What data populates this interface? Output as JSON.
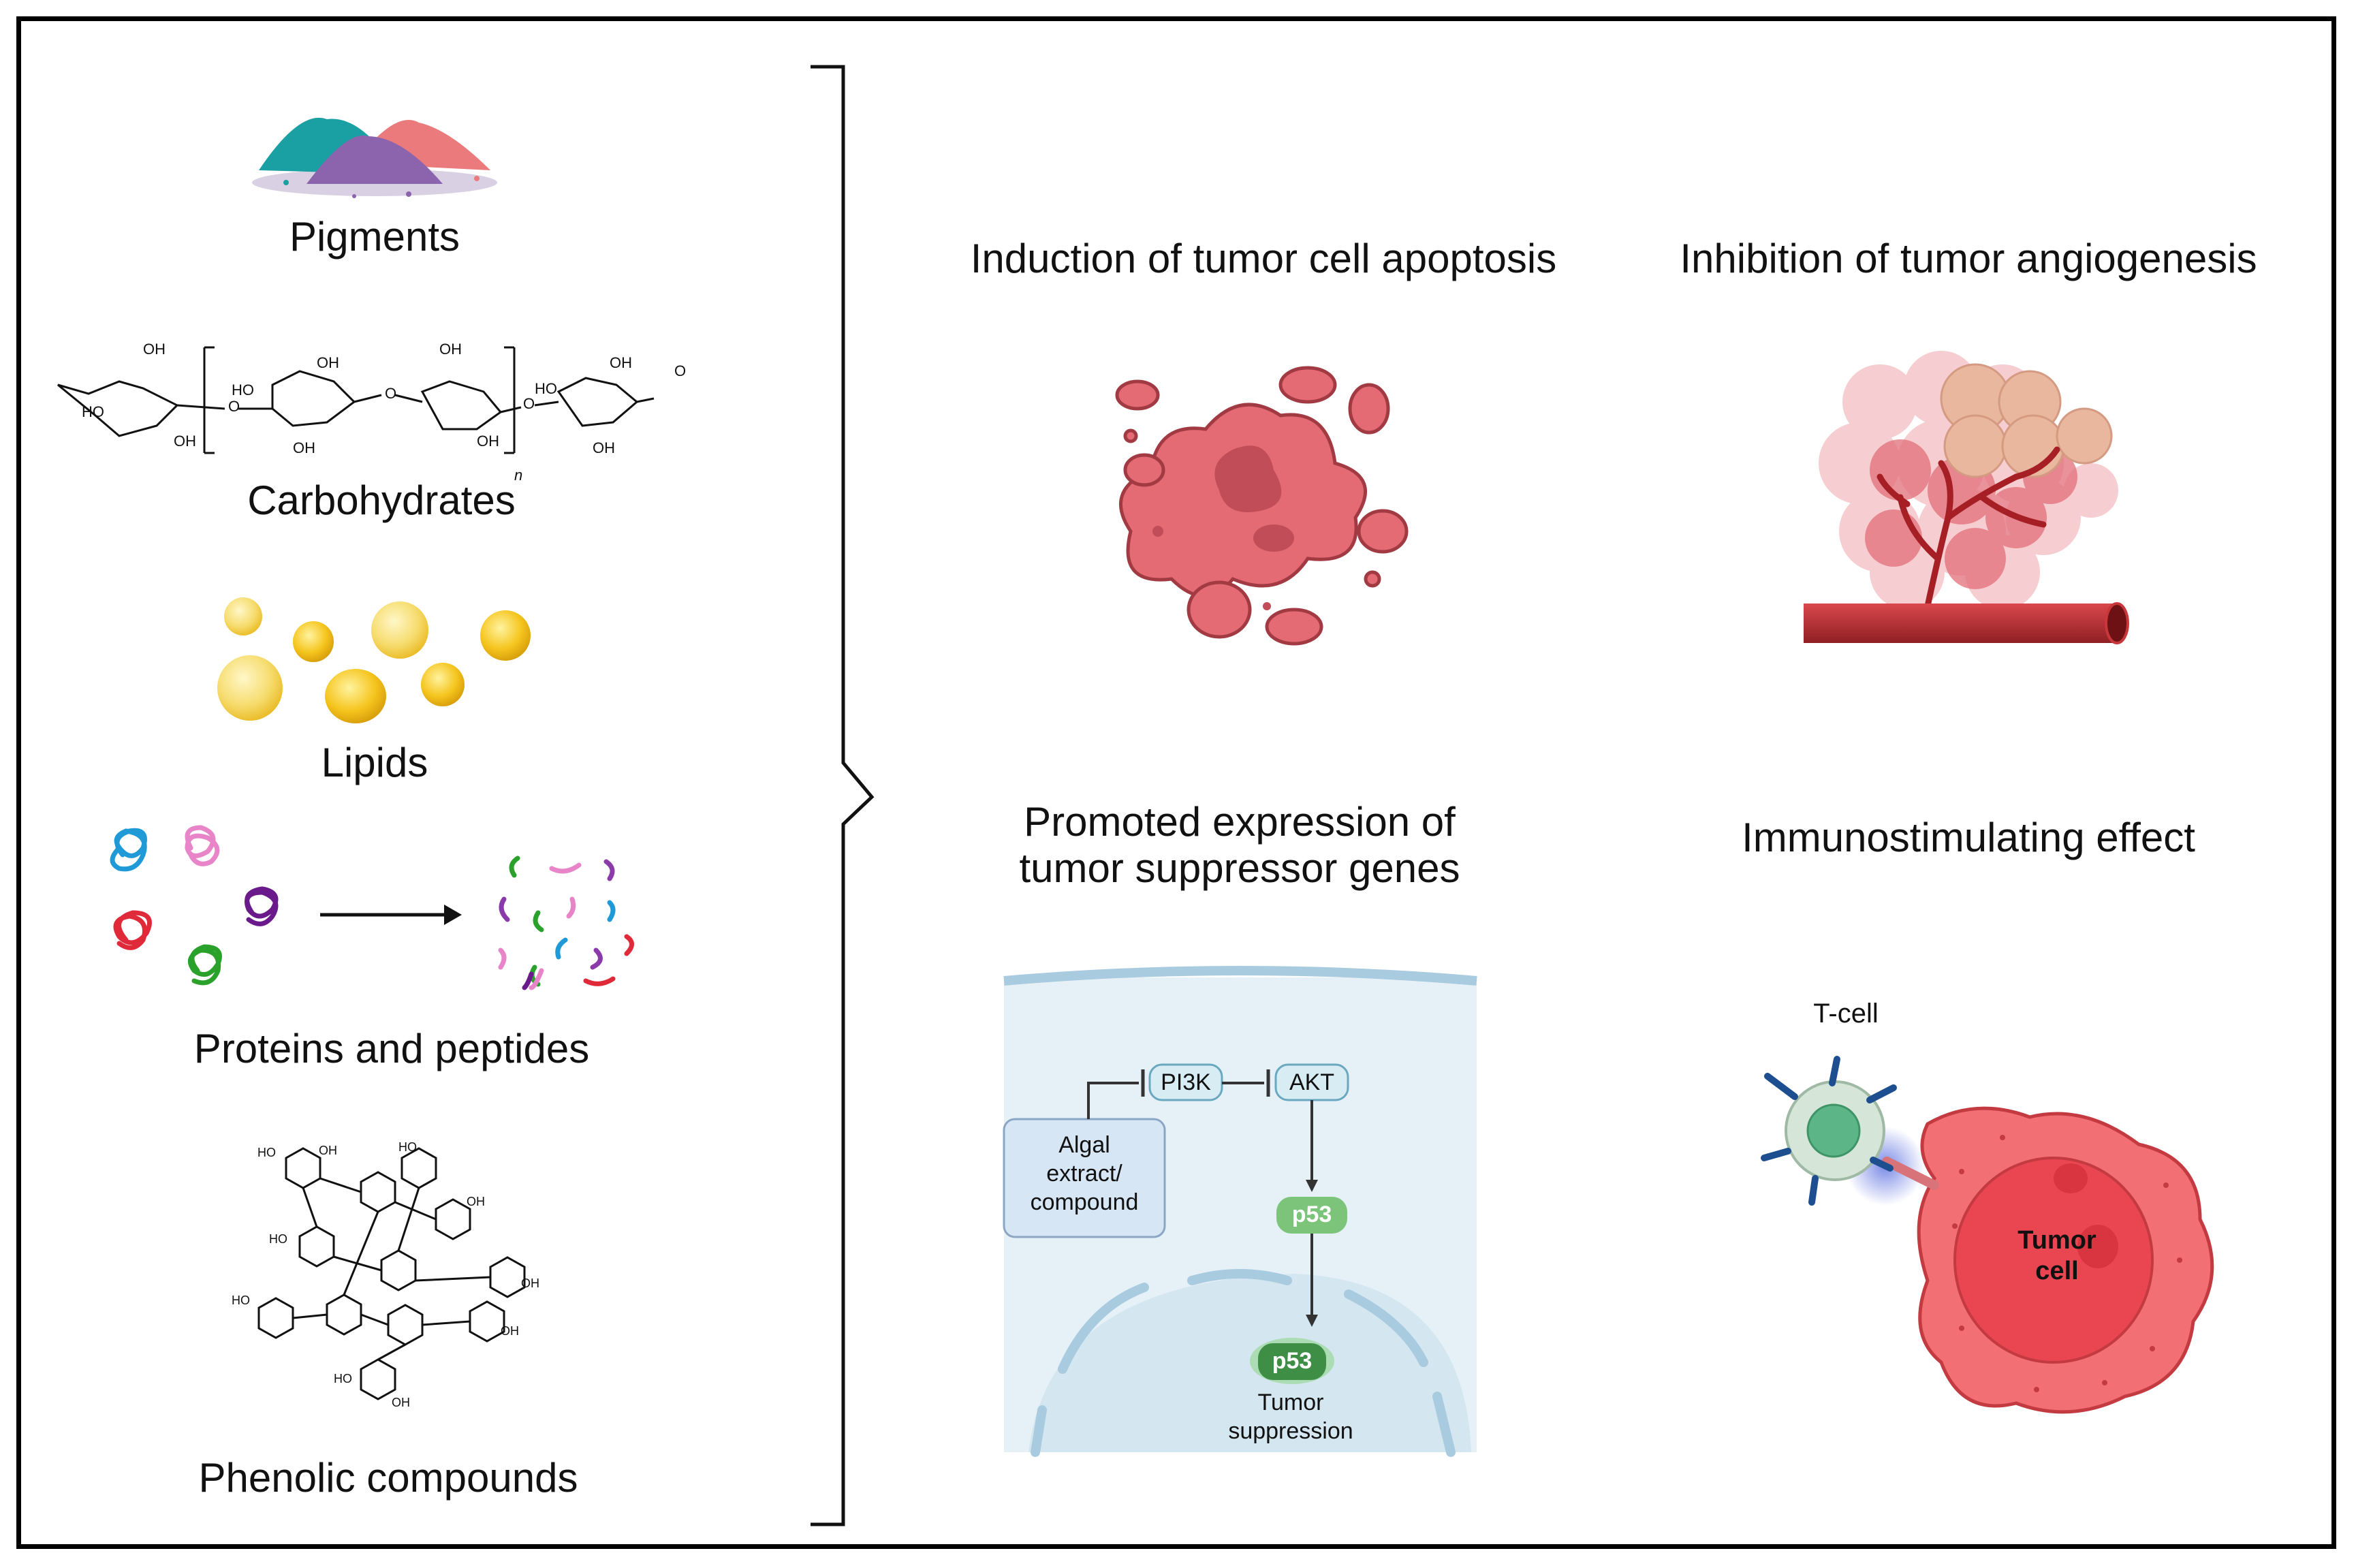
{
  "left_categories": [
    {
      "label": "Pigments",
      "icon": "pigment-powder-icon"
    },
    {
      "label": "Carbohydrates",
      "icon": "polysaccharide-structure-icon"
    },
    {
      "label": "Lipids",
      "icon": "lipid-droplets-icon"
    },
    {
      "label": "Proteins and peptides",
      "icon": "protein-to-peptide-icon"
    },
    {
      "label": "Phenolic compounds",
      "icon": "phenolic-structure-icon"
    }
  ],
  "effects": [
    {
      "title": "Induction of tumor cell apoptosis",
      "icon": "apoptotic-cell-icon"
    },
    {
      "title": "Inhibition of tumor angiogenesis",
      "icon": "tumor-blood-vessel-icon"
    },
    {
      "title_lines": [
        "Promoted expression of",
        "tumor suppressor genes"
      ],
      "icon": "p53-pathway-icon"
    },
    {
      "title": "Immunostimulating effect",
      "icon": "tcell-tumor-icon"
    }
  ],
  "pathway": {
    "pi3k": "PI3K",
    "akt": "AKT",
    "extract_lines": [
      "Algal",
      "extract/",
      "compound"
    ],
    "p53": "p53",
    "p53_nucleus": "p53",
    "suppression_lines": [
      "Tumor",
      "suppression"
    ]
  },
  "immune": {
    "tcell": "T-cell",
    "tumor_lines": [
      "Tumor",
      "cell"
    ]
  },
  "chem": {
    "oh": "OH",
    "ho": "HO",
    "o": "O",
    "n": "n"
  },
  "colors": {
    "tumor": "#e46a73",
    "tumor_dark": "#b8454e",
    "lipid": "#f3c21f",
    "vessel": "#b82a2e",
    "cell_membrane": "#a9cbe0",
    "pathway_box": "#d8ecf3",
    "p53_green": "#7cc47a"
  }
}
